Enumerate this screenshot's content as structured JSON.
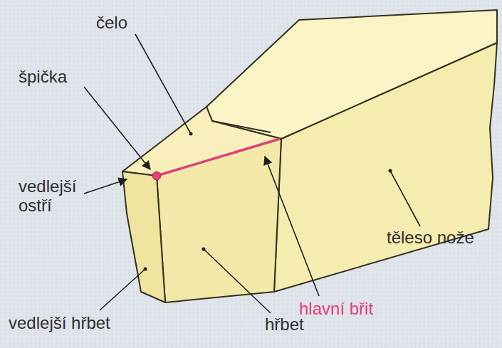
{
  "diagram": {
    "labels": [
      "čelo",
      "špička",
      "vedlejší ostří",
      "vedlejší hřbet",
      "hřbet",
      "těleso nože",
      "hlavní břit"
    ]
  }
}
